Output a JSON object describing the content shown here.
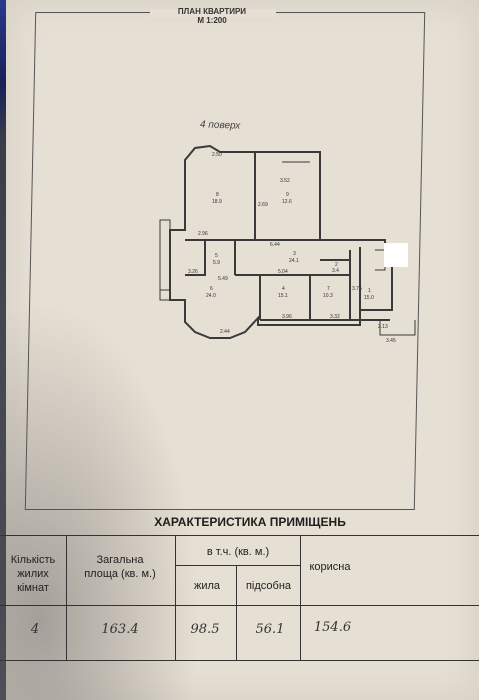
{
  "header": {
    "title": "ПЛАН КВАРТИРИ",
    "scale": "М 1:200"
  },
  "plan": {
    "floor_label": "4 поверх",
    "rooms": [
      {
        "id": "8",
        "area": "18.9"
      },
      {
        "id": "9",
        "area": "12.6"
      },
      {
        "id": "5",
        "area": "5.9"
      },
      {
        "id": "3",
        "area": "24.1"
      },
      {
        "id": "6",
        "area": "24.0"
      },
      {
        "id": "4",
        "area": "15.1"
      },
      {
        "id": "7",
        "area": "10.3"
      },
      {
        "id": "1",
        "area": "15.0"
      },
      {
        "id": "2",
        "area": "3.4"
      }
    ],
    "dimensions": [
      "2.50",
      "3.52",
      "2.96",
      "2.69",
      "6.44",
      "3.26",
      "5.04",
      "2.44",
      "5.49",
      "3.96",
      "3.32",
      "3.75",
      "2.13",
      "3.45"
    ]
  },
  "table": {
    "title": "ХАРАКТЕРИСТИКА ПРИМІЩЕНЬ",
    "headers": {
      "rooms": "Кількість жилих кімнат",
      "total": "Загальна площа (кв. м.)",
      "incl": "в т.ч. (кв. м.)",
      "living": "жила",
      "auxiliary": "підсобна",
      "useful": "корисна"
    },
    "values": {
      "rooms": "4",
      "total": "163.4",
      "living": "98.5",
      "auxiliary": "56.1",
      "useful": "154.6"
    }
  }
}
